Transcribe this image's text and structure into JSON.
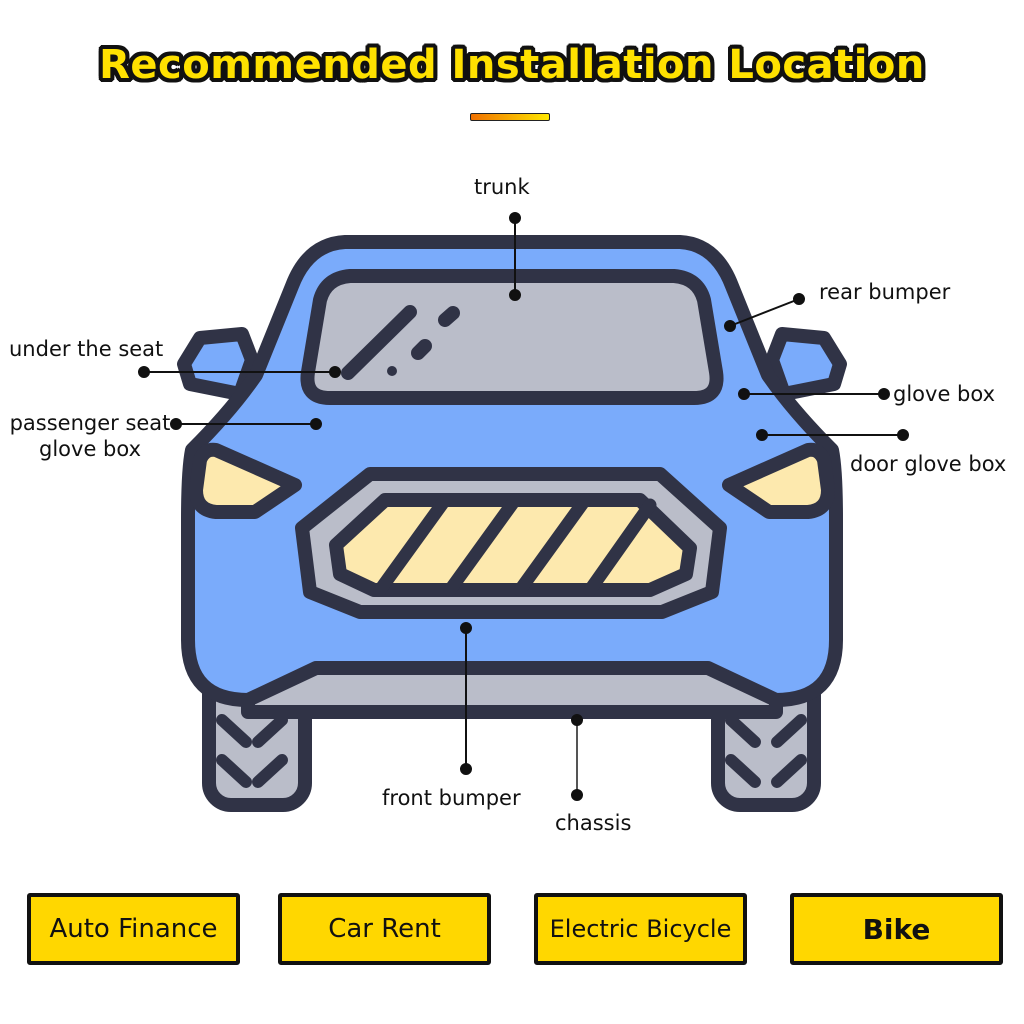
{
  "header": {
    "title": "Recommended Installation Location",
    "accent_gradient": [
      "#f07000",
      "#ffe800"
    ],
    "title_color": "#ffe100"
  },
  "diagram": {
    "subject": "car-front-view",
    "colors": {
      "body": "#7aabfb",
      "outline": "#303346",
      "glass": "#babdc9",
      "lights": "#fde9ae",
      "bumper": "#babdc9"
    },
    "labels": [
      {
        "id": "trunk",
        "text": "trunk"
      },
      {
        "id": "rear-bumper",
        "text": "rear bumper"
      },
      {
        "id": "under-the-seat",
        "text": "under the seat"
      },
      {
        "id": "passenger-seat-glove-box",
        "text": "passenger seat\nglove box",
        "line1": "passenger seat",
        "line2": "glove box"
      },
      {
        "id": "glove-box",
        "text": "glove box"
      },
      {
        "id": "door-glove-box",
        "text": "door glove box"
      },
      {
        "id": "front-bumper",
        "text": "front bumper"
      },
      {
        "id": "chassis",
        "text": "chassis"
      }
    ]
  },
  "categories": {
    "items": [
      {
        "label": "Auto Finance"
      },
      {
        "label": "Car Rent"
      },
      {
        "label": "Electric Bicycle"
      },
      {
        "label": "Bike"
      }
    ],
    "button_color": "#ffd700"
  }
}
